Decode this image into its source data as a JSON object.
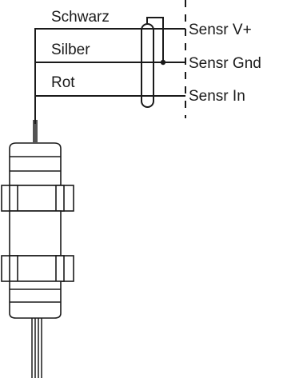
{
  "wires": {
    "black": "Schwarz",
    "silver": "Silber",
    "red": "Rot"
  },
  "terminals": {
    "v_plus": "Sensr V+",
    "gnd": "Sensr Gnd",
    "input": "Sensr In"
  },
  "colors": {
    "line": "#1a1a1a",
    "background": "#ffffff"
  }
}
